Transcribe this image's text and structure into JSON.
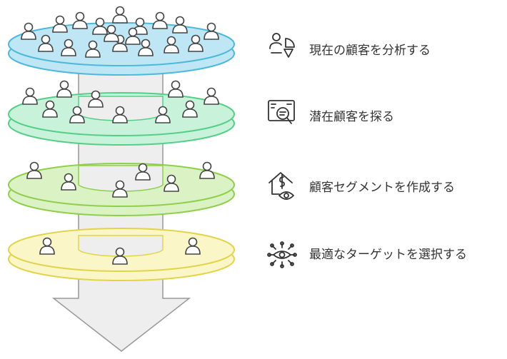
{
  "steps": [
    {
      "label": "現在の顧客を分析する",
      "icon": "customer-analysis-icon",
      "fill": "#bfe6f4",
      "stroke": "#4bb8dc",
      "people": 18
    },
    {
      "label": "潜在顧客を探る",
      "icon": "search-document-icon",
      "fill": "#c8f2da",
      "stroke": "#55cf87",
      "people": 10
    },
    {
      "label": "顧客セグメントを作成する",
      "icon": "house-dollar-eye-icon",
      "fill": "#dbf2c4",
      "stroke": "#8fcf4a",
      "people": 6
    },
    {
      "label": "最適なターゲットを選択する",
      "icon": "network-eye-icon",
      "fill": "#fbf6c8",
      "stroke": "#e2d44a",
      "people": 3
    }
  ],
  "colors": {
    "funnel_fill": "#eeeeee",
    "funnel_stroke": "#999999",
    "person_fill": "#ffffff",
    "person_stroke": "#444444",
    "icon_stroke": "#333333"
  }
}
